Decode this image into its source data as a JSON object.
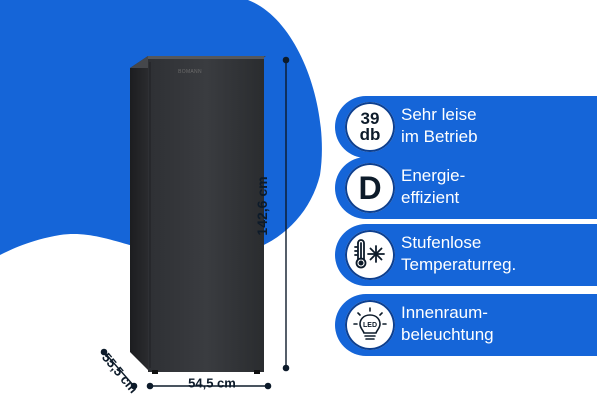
{
  "product": {
    "brand": "BOMANN",
    "accent_color": "#1565d8",
    "body_color": "#2b2d30"
  },
  "dimensions": {
    "height": "142,6 cm",
    "width": "54,5 cm",
    "depth": "55,5 cm"
  },
  "features": [
    {
      "icon": "decibel-badge-icon",
      "badge_line1": "39",
      "badge_line2": "db",
      "line1": "Sehr leise",
      "line2": "im Betrieb"
    },
    {
      "icon": "energy-class-d-icon",
      "badge_line1": "D",
      "line1": "Energie-",
      "line2": "effizient"
    },
    {
      "icon": "thermometer-snowflake-icon",
      "line1": "Stufenlose",
      "line2": "Temperaturreg."
    },
    {
      "icon": "led-bulb-icon",
      "line1": "Innenraum-",
      "line2": "beleuchtung"
    }
  ]
}
